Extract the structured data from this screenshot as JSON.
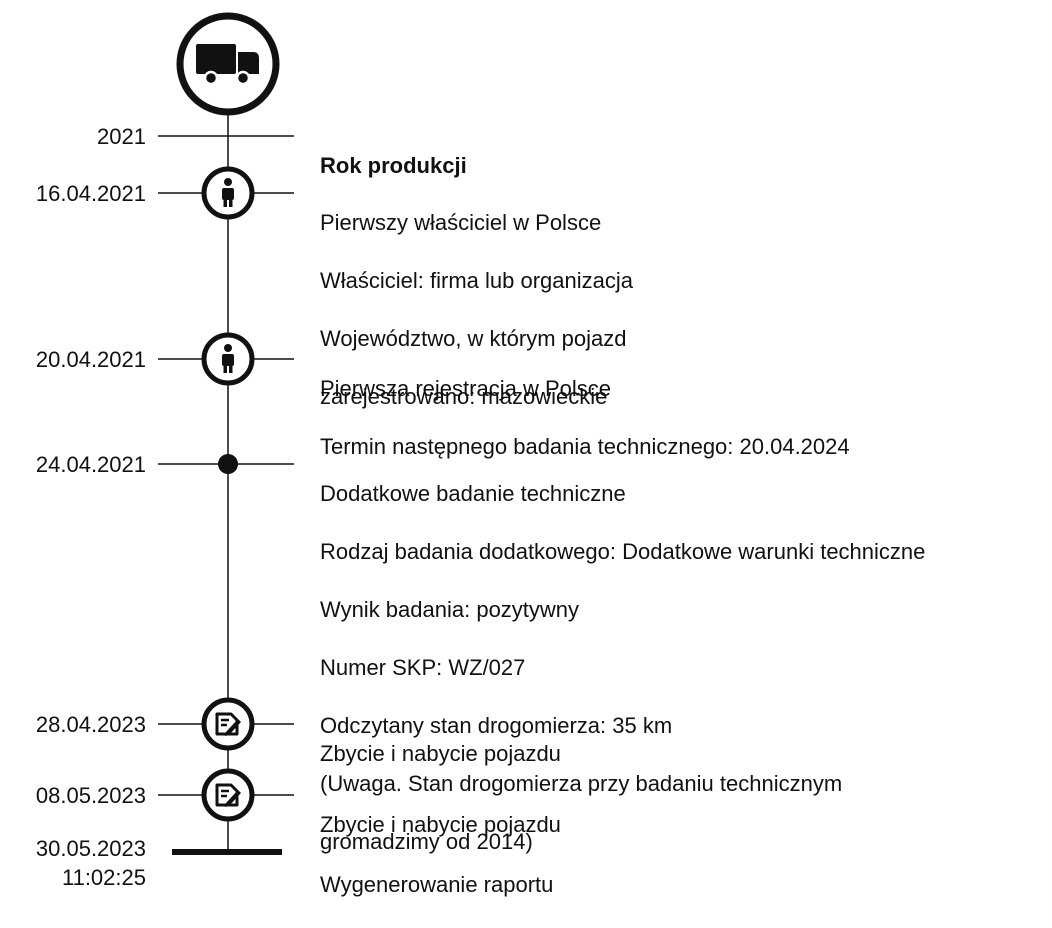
{
  "timeline": {
    "header_icon": "truck-icon",
    "events": [
      {
        "date": "2021",
        "icon": "none",
        "lines": [
          "Rok produkcji"
        ]
      },
      {
        "date": "16.04.2021",
        "icon": "person-icon",
        "lines": [
          "Pierwszy właściciel w Polsce",
          "Właściciel: firma lub organizacja",
          "Województwo, w którym pojazd",
          "zarejestrowano: mazowieckie"
        ]
      },
      {
        "date": "20.04.2021",
        "icon": "person-icon",
        "lines": [
          "Pierwsza rejestracja w Polsce",
          "Termin następnego badania technicznego: 20.04.2024"
        ]
      },
      {
        "date": "24.04.2021",
        "icon": "dot-icon",
        "lines": [
          "Dodatkowe badanie techniczne",
          "Rodzaj badania dodatkowego: Dodatkowe warunki techniczne",
          "Wynik badania: pozytywny",
          "Numer SKP: WZ/027",
          "Odczytany stan drogomierza: 35 km",
          "(Uwaga. Stan drogomierza przy badaniu technicznym",
          "gromadzimy od 2014)"
        ]
      },
      {
        "date": "28.04.2023",
        "icon": "document-edit-icon",
        "lines": [
          "Zbycie i nabycie pojazdu"
        ]
      },
      {
        "date": "08.05.2023",
        "icon": "document-edit-icon",
        "lines": [
          "Zbycie i nabycie pojazdu"
        ]
      },
      {
        "date": "30.05.2023\n11:02:25",
        "icon": "end-bar",
        "lines": [
          "Wygenerowanie raportu"
        ]
      }
    ]
  },
  "colors": {
    "line": "#111111",
    "text": "#111111",
    "background": "#ffffff"
  }
}
